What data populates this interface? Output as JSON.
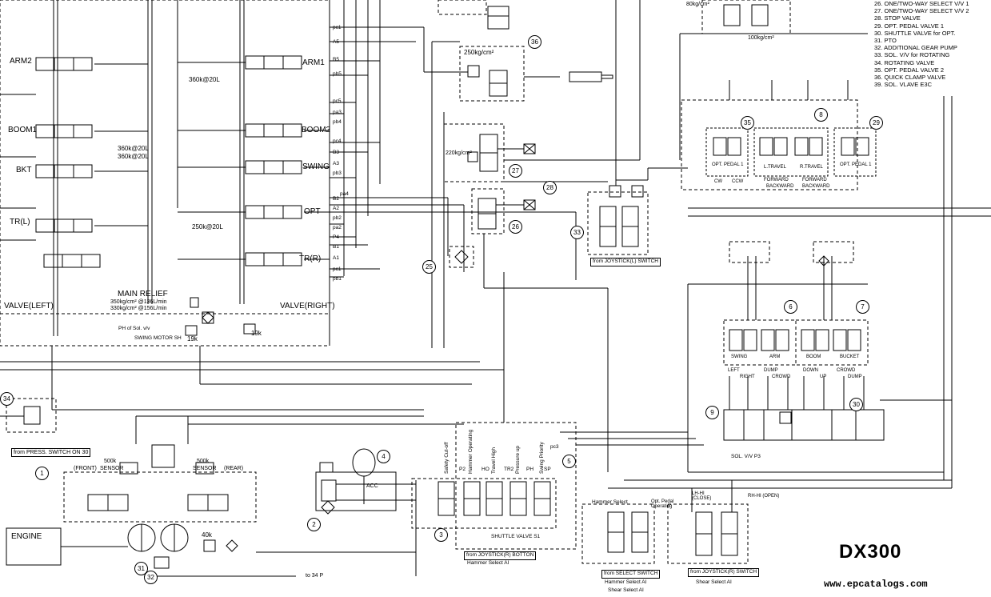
{
  "model": "DX300",
  "watermark": "www.epcatalogs.com",
  "legend": [
    "26. ONE/TWO-WAY SELECT V/V 1",
    "27. ONE/TWO-WAY SELECT V/V 2",
    "28. STOP VALVE",
    "29. OPT. PEDAL VALVE 1",
    "30. SHUTTLE VALVE for OPT.",
    "31. PTO",
    "32. ADDITIONAL GEAR PUMP",
    "33. SOL. V/V for ROTATING",
    "34. ROTATING VALVE",
    "35. OPT. PEDAL VALVE 2",
    "36. QUICK CLAMP VALVE",
    "39. SOL. VLAVE E3C"
  ],
  "valve_labels": {
    "arm2": "ARM2",
    "arm1": "ARM1",
    "boom1": "BOOM1",
    "boom2": "BOOM2",
    "bkt": "BKT",
    "swing": "SWING",
    "opt": "OPT",
    "trl": "TR(L)",
    "trr": "TR(R)",
    "valve_left": "VALVE(LEFT)",
    "valve_right": "VALVE(RIGHT)",
    "main_relief": "MAIN RELIEF",
    "relief1": "350kg/cm² @136L/min",
    "relief2": "330kg/cm² @156L/min",
    "p360a": "360k@20L",
    "p360b": "360k@20L",
    "p360c": "360k@20L",
    "p250": "250k@20L",
    "ph_sol": "PH of Sol. v/v",
    "swing_motor": "SWING MOTOR SH",
    "k19a": "19k",
    "k19b": "19k"
  },
  "ports_left": [
    "pc1",
    "A5",
    "B5",
    "pb5",
    "pc5",
    "pa3",
    "pb4",
    "pc4",
    "B3",
    "A3",
    "pb3",
    "pa4",
    "B2",
    "A2",
    "pb2",
    "pa2",
    "P4",
    "B1",
    "A1",
    "pc1",
    "pb1"
  ],
  "pressures": {
    "quick_clamp": "250kg/cm²",
    "sel_valve": "220kg/cm²",
    "top_right_a": "80kg/cm²",
    "top_right_b": "100kg/cm²"
  },
  "pump": {
    "engine": "ENGINE",
    "front": "(FRONT)",
    "rear": "(REAR)",
    "sensor1": "500k",
    "sensor1b": "SENSOR",
    "sensor2": "500k",
    "sensor2b": "SENSOR",
    "k40": "40k",
    "acc": "ACC",
    "from_press": "from PRESS. SWITCH ON 30",
    "to_p": "to 34 P"
  },
  "solenoid_block": {
    "labels": [
      "Safety Cut-off",
      "Hammer Operating",
      "Travel High",
      "Pressure up",
      "Swing Priority"
    ],
    "ports": [
      "P2",
      "HO",
      "TR2",
      "PH",
      "SP",
      "pc3"
    ],
    "shuttle": "SHUTTLE VALVE S1",
    "from": "from JOYSTICK(R) BOTTON",
    "hammer_sel": "Hammer Select AI"
  },
  "hammer_select": {
    "title": "Hammer Select",
    "opt_pedal": "Opt. Pedal Operating",
    "from": "from SELECT SWITCH",
    "note": "Hammer Select AI",
    "note2": "Shear Select AI"
  },
  "shear": {
    "hi_lo": "LH-HI (CLOSE)",
    "rh": "RH-HI (OPEN)",
    "from": "from JOYSTICK(R) SWITCH",
    "note": "Shear Select AI"
  },
  "joystick_left": {
    "from": "from JOYSTICK(L) SWITCH"
  },
  "pedal_block": {
    "opt_pedal1": "OPT. PEDAL 1",
    "l_travel": "L.TRAVEL",
    "r_travel": "R.TRAVEL",
    "opt_pedal2": "OPT. PEDAL 1",
    "cw": "CW",
    "ccw": "CCW",
    "forward1": "FORWARD",
    "backward1": "BACKWARD",
    "forward2": "FORWARD",
    "backward2": "BACKWARD"
  },
  "joystick_block": {
    "swing": "SWING",
    "arm": "ARM",
    "boom": "BOOM",
    "bucket": "BUCKET",
    "left": "LEFT",
    "right": "RIGHT",
    "dump": "DUMP",
    "crowd": "CROWD",
    "down": "DOWN",
    "up": "UP",
    "crowd2": "CROWD",
    "dump2": "DUMP",
    "sol_vv": "SOL. V/V P3"
  },
  "callouts": [
    "1",
    "2",
    "3",
    "4",
    "5",
    "6",
    "7",
    "8",
    "9",
    "25",
    "26",
    "27",
    "28",
    "29",
    "30",
    "31",
    "32",
    "33",
    "34",
    "35",
    "36"
  ]
}
